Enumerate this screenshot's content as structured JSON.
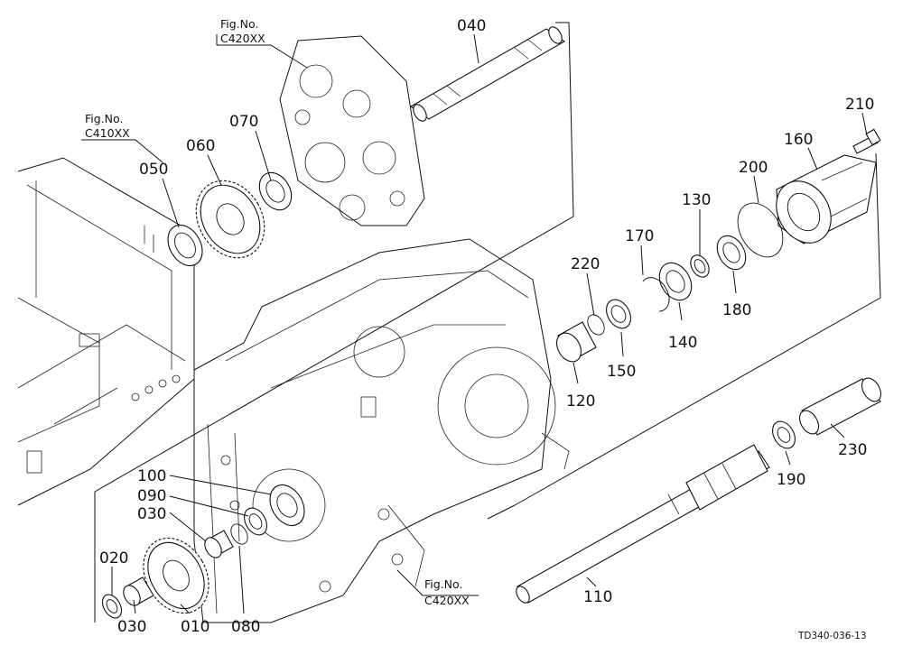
{
  "diagram_code": "TD340-036-13",
  "figure_refs": [
    {
      "id": "fig-top",
      "line1": "Fig.No.",
      "line2": "C420XX"
    },
    {
      "id": "fig-left",
      "line1": "Fig.No.",
      "line2": "C410XX"
    },
    {
      "id": "fig-bottom",
      "line1": "Fig.No.",
      "line2": "C420XX"
    }
  ],
  "part_labels": [
    {
      "id": "040",
      "text": "040"
    },
    {
      "id": "070",
      "text": "070"
    },
    {
      "id": "060",
      "text": "060"
    },
    {
      "id": "050",
      "text": "050"
    },
    {
      "id": "210",
      "text": "210"
    },
    {
      "id": "160",
      "text": "160"
    },
    {
      "id": "200",
      "text": "200"
    },
    {
      "id": "130",
      "text": "130"
    },
    {
      "id": "170",
      "text": "170"
    },
    {
      "id": "220",
      "text": "220"
    },
    {
      "id": "140",
      "text": "140"
    },
    {
      "id": "180",
      "text": "180"
    },
    {
      "id": "150",
      "text": "150"
    },
    {
      "id": "120",
      "text": "120"
    },
    {
      "id": "230",
      "text": "230"
    },
    {
      "id": "190",
      "text": "190"
    },
    {
      "id": "100",
      "text": "100"
    },
    {
      "id": "090",
      "text": "090"
    },
    {
      "id": "030a",
      "text": "030"
    },
    {
      "id": "020",
      "text": "020"
    },
    {
      "id": "030b",
      "text": "030"
    },
    {
      "id": "010",
      "text": "010"
    },
    {
      "id": "080",
      "text": "080"
    },
    {
      "id": "110",
      "text": "110"
    }
  ]
}
